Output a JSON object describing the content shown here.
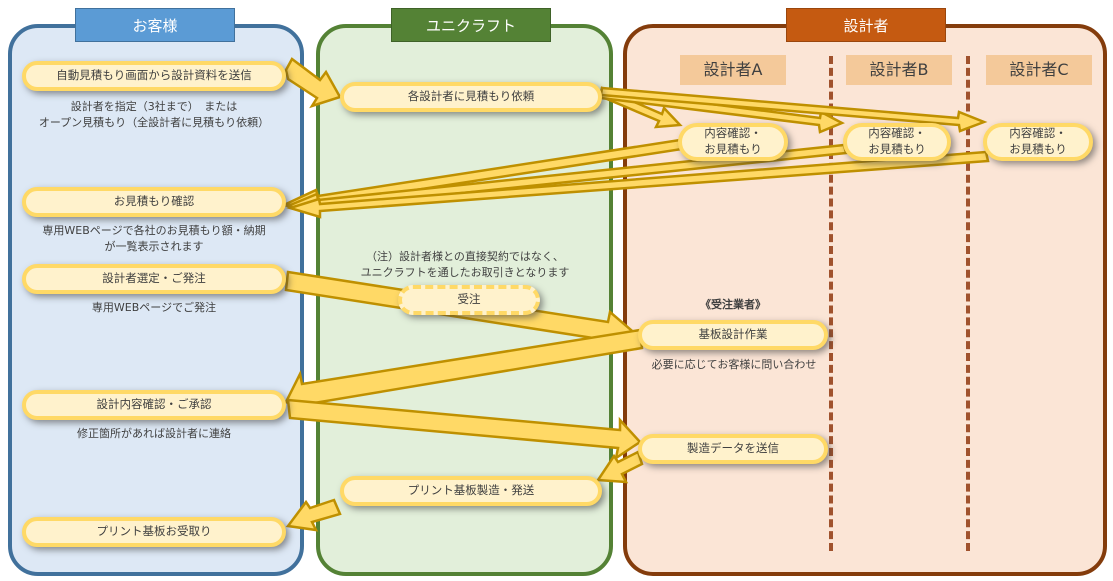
{
  "lanes": {
    "customer": {
      "title": "お客様",
      "color": "#5b9bd5"
    },
    "unicraft": {
      "title": "ユニクラフト",
      "color": "#548235"
    },
    "designer": {
      "title": "設計者",
      "color": "#c55a11",
      "sub_lanes": [
        "設計者A",
        "設計者B",
        "設計者C"
      ]
    }
  },
  "steps": {
    "send_data": "自動見積もり画面から設計資料を送信",
    "send_data_note": [
      "設計者を指定（3社まで）　または",
      "オープン見積もり（全設計者に見積もり依頼）"
    ],
    "request_quotes": "各設計者に見積もり依頼",
    "designer_a_quote": [
      "内容確認・",
      "お見積もり"
    ],
    "designer_b_quote": [
      "内容確認・",
      "お見積もり"
    ],
    "designer_c_quote": [
      "内容確認・",
      "お見積もり"
    ],
    "check_quotes": "お見積もり確認",
    "check_quotes_note": [
      "専用WEBページで各社のお見積もり額・納期",
      "が一覧表示されます"
    ],
    "select_order": "設計者選定・ご発注",
    "select_order_note": "専用WEBページでご発注",
    "contract_note": [
      "（注）設計者様との直接契約ではなく、",
      "ユニクラフトを通したお取引きとなります"
    ],
    "receive_order": "受注",
    "contractor_label": "《受注業者》",
    "board_design": "基板設計作業",
    "board_design_note": "必要に応じてお客様に問い合わせ",
    "confirm_design": "設計内容確認・ご承認",
    "confirm_design_note": "修正箇所があれば設計者に連絡",
    "send_manufacturing_data": "製造データを送信",
    "manufacture_ship": "プリント基板製造・発送",
    "receive_boards": "プリント基板お受取り"
  },
  "colors": {
    "step_fill": "#fff2cc",
    "step_border": "#ffd966",
    "arrow_fill": "#ffd966",
    "arrow_stroke": "#bf9000"
  }
}
